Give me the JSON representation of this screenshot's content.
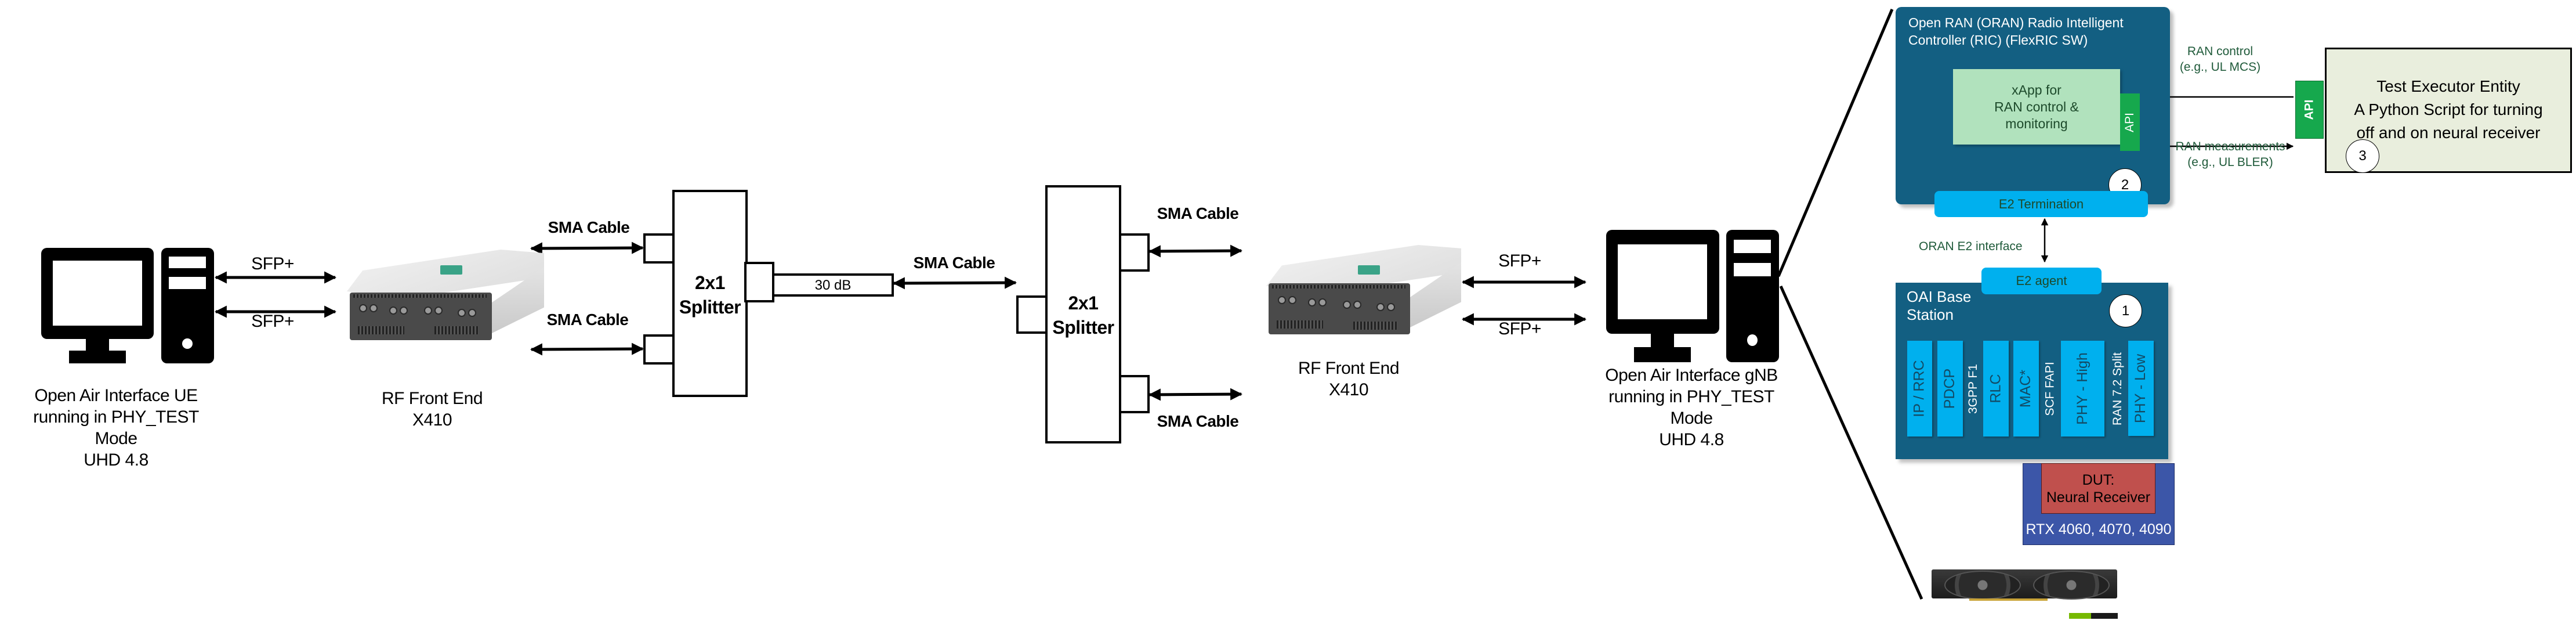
{
  "ue": {
    "label_lines": [
      "Open Air Interface UE",
      "running in PHY_TEST",
      "Mode",
      "UHD 4.8"
    ],
    "icon": "desktop-computer-icon"
  },
  "ue_links": {
    "top_label": "SFP+",
    "bottom_label": "SFP+"
  },
  "rf_front_end_ue": {
    "label_lines": [
      "RF Front End",
      "X410"
    ]
  },
  "splitter_left": {
    "label_lines": [
      "2x1",
      "Splitter"
    ],
    "cable_top_label": "SMA Cable",
    "cable_bottom_label": "SMA Cable"
  },
  "attenuator": {
    "label": "30 dB"
  },
  "middle_cable": {
    "label": "SMA Cable"
  },
  "splitter_right": {
    "label_lines": [
      "2x1",
      "Splitter"
    ],
    "cable_top_label": "SMA Cable",
    "cable_bottom_label": "SMA Cable"
  },
  "rf_front_end_gnb": {
    "label_lines": [
      "RF Front End",
      "X410"
    ]
  },
  "gnb_links": {
    "top_label": "SFP+",
    "bottom_label": "SFP+"
  },
  "gnb": {
    "label_lines": [
      "Open Air Interface gNB",
      "running in PHY_TEST",
      "Mode",
      "UHD 4.8"
    ],
    "icon": "desktop-computer-icon"
  },
  "ric": {
    "title_lines": [
      "Open RAN (ORAN) Radio Intelligent",
      "Controller (RIC) (FlexRIC SW)"
    ],
    "xapp_lines": [
      "xApp for",
      "RAN control &",
      "monitoring"
    ],
    "api_label": "API",
    "e2_termination": "E2 Termination",
    "step_number": "2",
    "color": "#135f82"
  },
  "ran_control": {
    "lines": [
      "RAN control",
      "(e.g., UL MCS)"
    ]
  },
  "ran_measurements": {
    "lines": [
      "RAN measurements",
      "(e.g., UL BLER)"
    ]
  },
  "test_executor": {
    "api_label": "API",
    "lines": [
      "Test Executor Entity",
      "A Python Script for turning",
      "off and on neural receiver"
    ],
    "step_number": "3"
  },
  "e2_interface": {
    "label": "ORAN E2 interface"
  },
  "oai_base_station": {
    "title_lines": [
      "OAI Base",
      "Station"
    ],
    "e2_agent": "E2 agent",
    "step_number": "1",
    "layers": [
      {
        "label": "IP / RRC"
      },
      {
        "label": "PDCP"
      },
      {
        "label": "RLC"
      },
      {
        "label": "MAC*"
      },
      {
        "label": "PHY - High"
      },
      {
        "label": "PHY - Low"
      }
    ],
    "interfaces": [
      {
        "label": "3GPP F1"
      },
      {
        "label": "SCF FAPI"
      },
      {
        "label": "RAN 7.2 Split"
      }
    ]
  },
  "dut": {
    "lines": [
      "DUT:",
      "Neural Receiver"
    ],
    "gpu_label": "RTX 4060, 4070, 4090"
  },
  "colors": {
    "ric_blue": "#135f82",
    "cyan_block": "#00b0ee",
    "xapp_green": "#b1e2bd",
    "api_green": "#16a84d",
    "dut_red": "#c0504d",
    "gpu_blue": "#3c56a8",
    "executor_fill": "#e9eedd",
    "label_green": "#1f5a3a"
  }
}
